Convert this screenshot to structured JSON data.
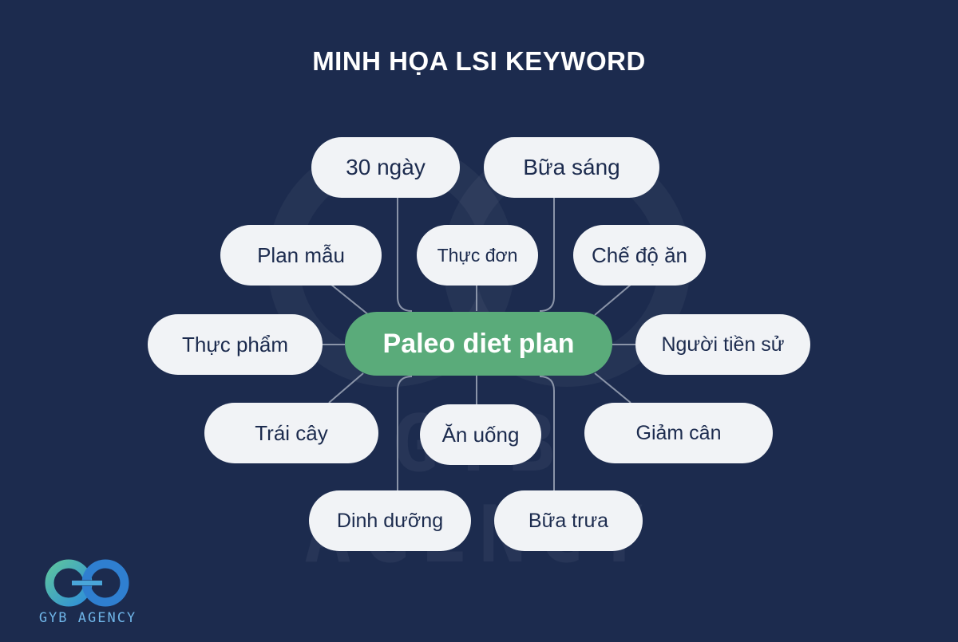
{
  "title": "MINH HỌA LSI KEYWORD",
  "center": "Paleo diet plan",
  "nodes": {
    "n30ngay": "30 ngày",
    "bua_sang": "Bữa sáng",
    "plan_mau": "Plan mẫu",
    "thuc_don": "Thực đơn",
    "che_do_an": "Chế độ ăn",
    "thuc_pham": "Thực phẩm",
    "nguoi_tien_su": "Người tiền sử",
    "trai_cay": "Trái cây",
    "an_uong": "Ăn uống",
    "giam_can": "Giảm cân",
    "dinh_duong": "Dinh dưỡng",
    "bua_trua": "Bữa trưa"
  },
  "logo": {
    "text": "GYB AGENCY"
  },
  "watermark": "GYB AGENCY",
  "colors": {
    "background": "#1c2b4e",
    "center": "#5aab7a",
    "pill": "#f1f3f6",
    "connector": "#8a94a8"
  }
}
